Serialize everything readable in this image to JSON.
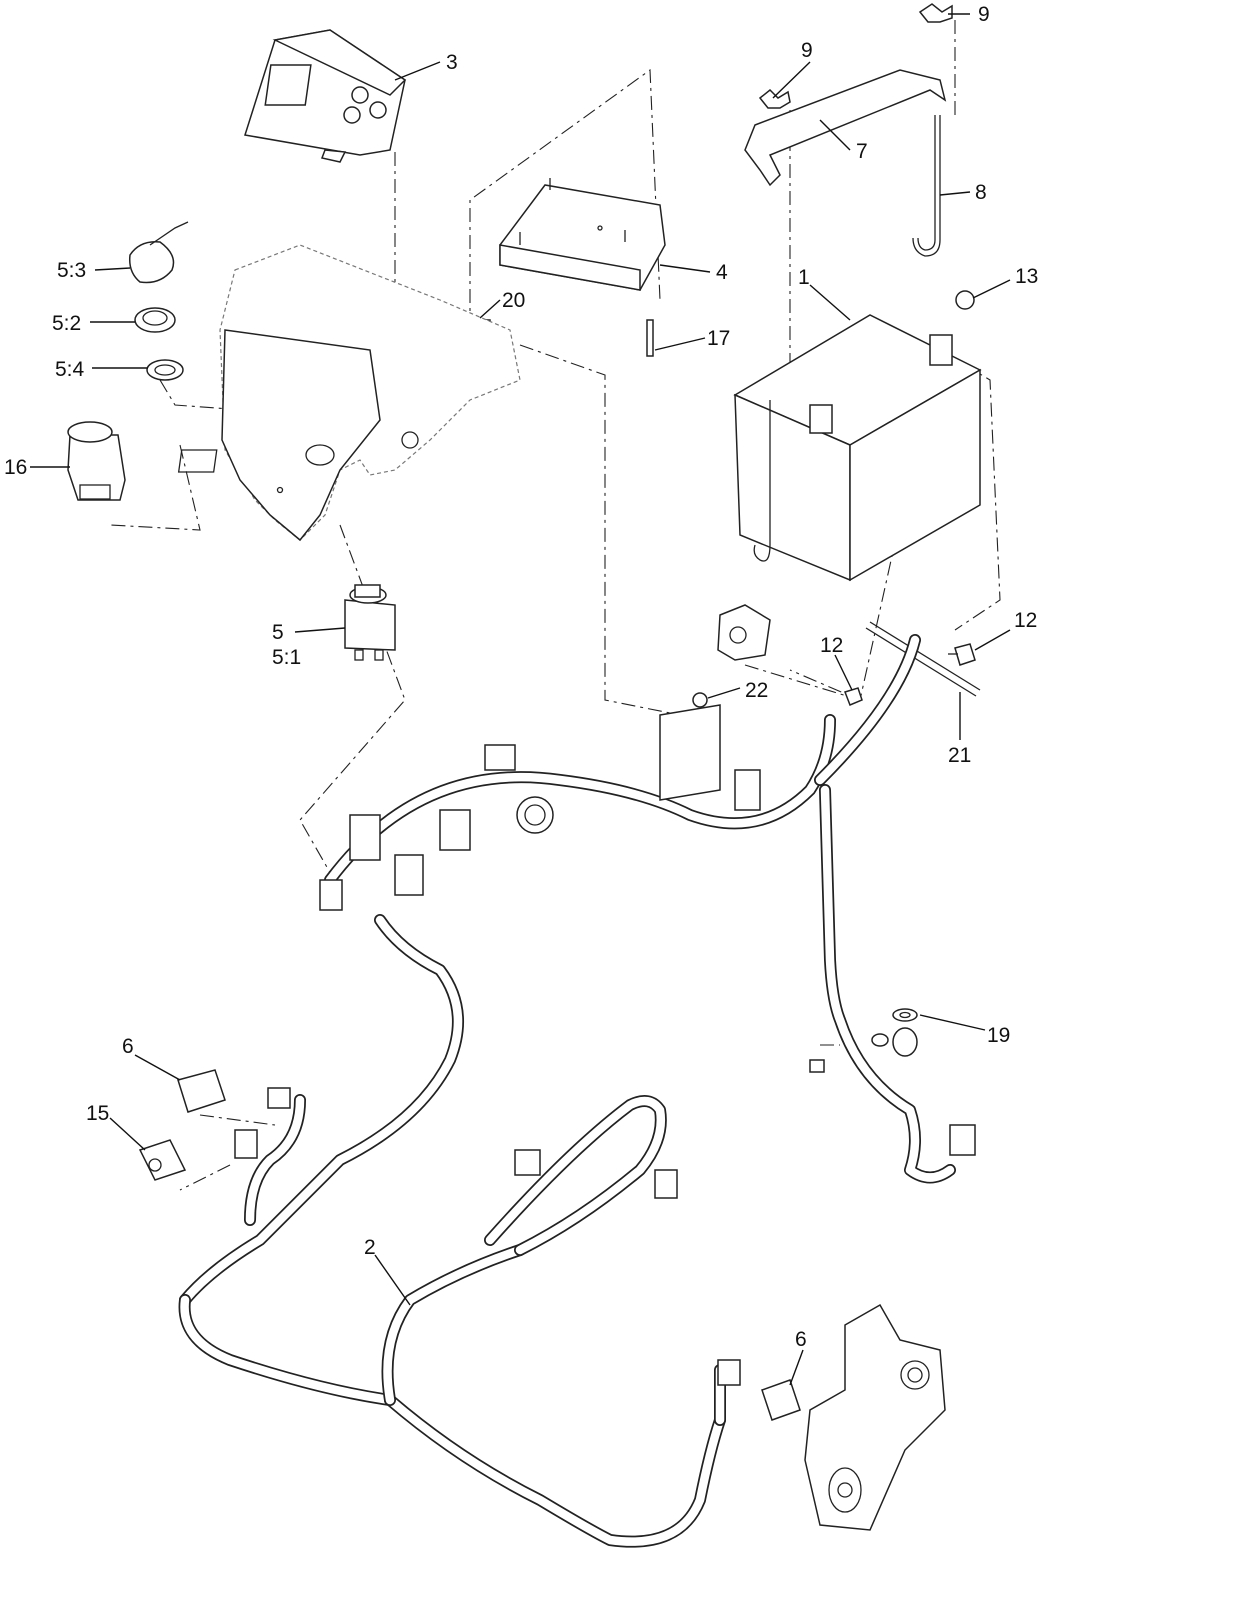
{
  "callouts": {
    "c1": "1",
    "c2": "2",
    "c3": "3",
    "c4": "4",
    "c5": "5",
    "c5_1": "5:1",
    "c5_2": "5:2",
    "c5_3": "5:3",
    "c5_4": "5:4",
    "c6a": "6",
    "c6b": "6",
    "c7": "7",
    "c8": "8",
    "c9a": "9",
    "c9b": "9",
    "c12a": "12",
    "c12b": "12",
    "c13": "13",
    "c15": "15",
    "c16": "16",
    "c17": "17",
    "c19": "19",
    "c20": "20",
    "c21": "21",
    "c22": "22"
  },
  "colors": {
    "line": "#222222",
    "background": "#ffffff"
  }
}
